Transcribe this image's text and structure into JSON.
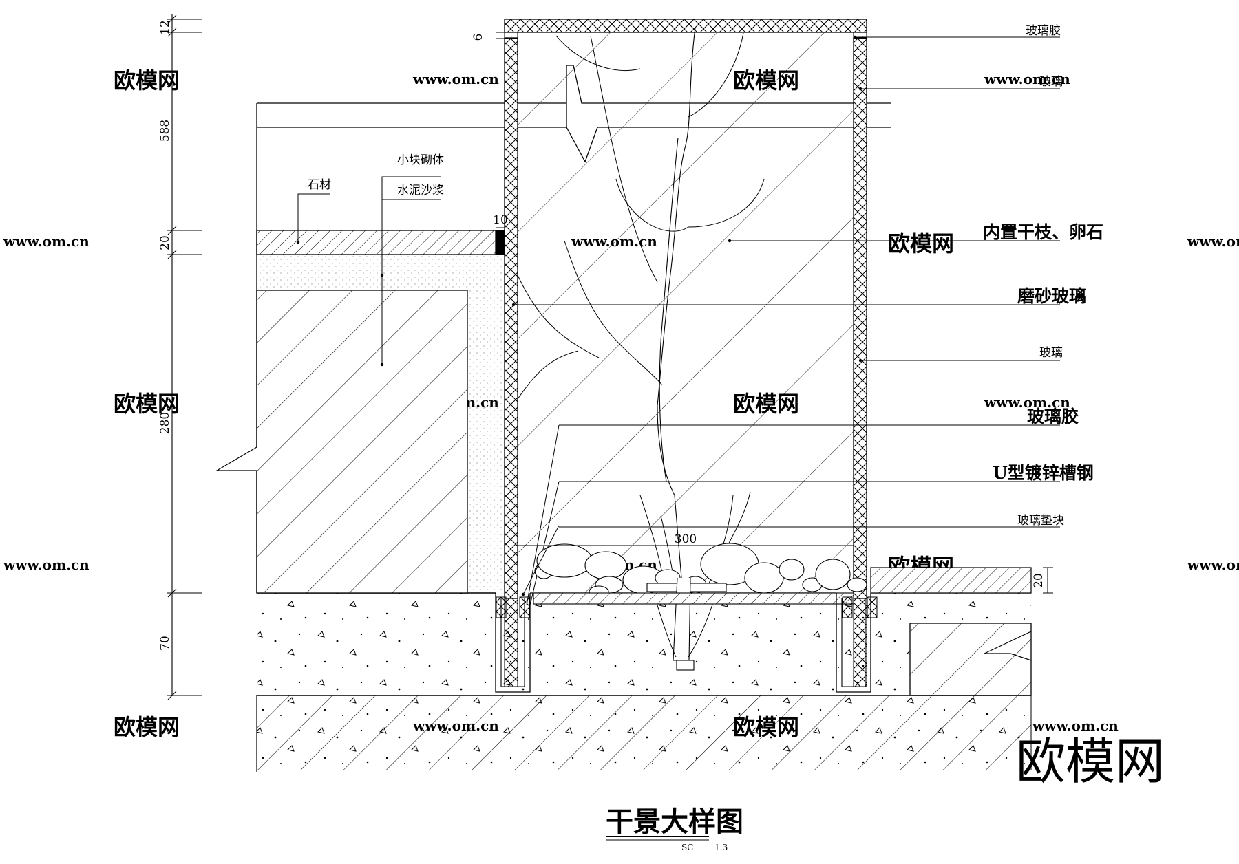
{
  "title": "干景大样图",
  "scale": {
    "prefix": "SC",
    "ratio": "1:3"
  },
  "labels": {
    "glass_glue_top": "玻璃胶",
    "glass_top": "玻璃",
    "branch_pebble": "内置干枝、卵石",
    "frosted_glass": "磨砂玻璃",
    "glass_mid": "玻璃",
    "glass_glue": "玻璃胶",
    "u_channel": "U型镀锌槽钢",
    "glass_pad": "玻璃垫块",
    "small_masonry": "小块砌体",
    "cement_mortar": "水泥沙浆",
    "stone": "石材"
  },
  "dimensions": {
    "d12": "12",
    "d588": "588",
    "d20_left": "20",
    "d280": "280",
    "d70": "70",
    "d6": "6",
    "d10": "10",
    "d300": "300",
    "d20_right": "20"
  },
  "watermark": {
    "brand": "欧模网",
    "url": "www.om.cn"
  },
  "colors": {
    "line": "#000000",
    "watermark": "#d8d8d8"
  }
}
